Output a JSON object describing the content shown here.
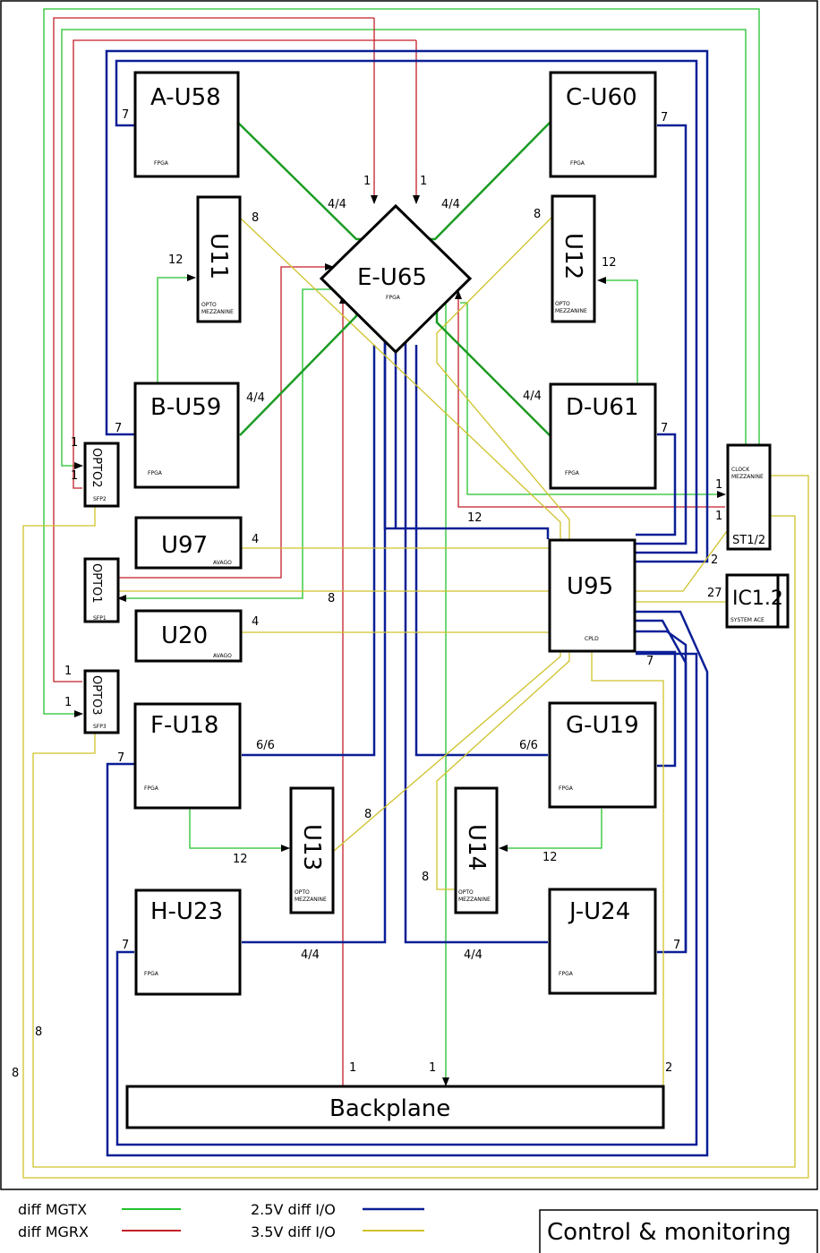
{
  "diagram": {
    "chips": {
      "a": {
        "name": "A-U58",
        "sub": "FPGA"
      },
      "b": {
        "name": "B-U59",
        "sub": "FPGA"
      },
      "c": {
        "name": "C-U60",
        "sub": "FPGA"
      },
      "d": {
        "name": "D-U61",
        "sub": "FPGA"
      },
      "e": {
        "name": "E-U65",
        "sub": "FPGA"
      },
      "f": {
        "name": "F-U18",
        "sub": "FPGA"
      },
      "g": {
        "name": "G-U19",
        "sub": "FPGA"
      },
      "h": {
        "name": "H-U23",
        "sub": "FPGA"
      },
      "j": {
        "name": "J-U24",
        "sub": "FPGA"
      },
      "u11": {
        "name": "U11",
        "sub1": "OPTO",
        "sub2": "MEZZANINE"
      },
      "u12": {
        "name": "U12",
        "sub1": "OPTO",
        "sub2": "MEZZANINE"
      },
      "u13": {
        "name": "U13",
        "sub1": "OPTO",
        "sub2": "MEZZANINE"
      },
      "u14": {
        "name": "U14",
        "sub1": "OPTO",
        "sub2": "MEZZANINE"
      },
      "u97": {
        "name": "U97",
        "sub": "AVAGO"
      },
      "u20": {
        "name": "U20",
        "sub": "AVAGO"
      },
      "u95": {
        "name": "U95",
        "sub": "CPLD"
      },
      "opto1": {
        "name": "OPTO1",
        "sub": "SFP1"
      },
      "opto2": {
        "name": "OPTO2",
        "sub": "SFP2"
      },
      "opto3": {
        "name": "OPTO3",
        "sub": "SFP3"
      },
      "clock": {
        "sub1": "CLOCK",
        "sub2": "MEZZANINE",
        "name": "ST1/2"
      },
      "ic12": {
        "name": "IC1.2",
        "sub": "SYSTEM ACE"
      },
      "backplane": {
        "name": "Backplane"
      }
    },
    "labels": {
      "a7": "7",
      "c7": "7",
      "b7": "7",
      "d7": "7",
      "f7": "7",
      "h7": "7",
      "j7": "7",
      "u95_7": "7",
      "ae44": "4/4",
      "ce44": "4/4",
      "be44": "4/4",
      "de44": "4/4",
      "fe66": "6/6",
      "ge66": "6/6",
      "he44": "4/4",
      "je44": "4/4",
      "e1a": "1",
      "e1b": "1",
      "u11_8": "8",
      "u12_8": "8",
      "u11_12": "12",
      "u12_12": "12",
      "u13_8": "8",
      "u14_8": "8",
      "u13_12": "12",
      "u14_12": "12",
      "u97_4": "4",
      "u20_4": "4",
      "opto1_8": "8",
      "e12": "12",
      "opto2_1a": "1",
      "opto2_1b": "1",
      "opto3_1a": "1",
      "opto3_1b": "1",
      "clk1a": "1",
      "clk1b": "1",
      "clk2": "2",
      "ic27": "27",
      "bp1a": "1",
      "bp1b": "1",
      "bp2": "2",
      "left8a": "8",
      "left8b": "8"
    }
  },
  "legend": {
    "mgtx": "diff MGTX",
    "mgrx": "diff MGRX",
    "io25": "2.5V diff I/O",
    "io35": "3.5V diff I/O"
  },
  "title": "Control & monitoring",
  "colors": {
    "mgtx": "#22c22c",
    "mgrx": "#c41f28",
    "io25": "#0b1f96",
    "io35": "#cfc229"
  }
}
